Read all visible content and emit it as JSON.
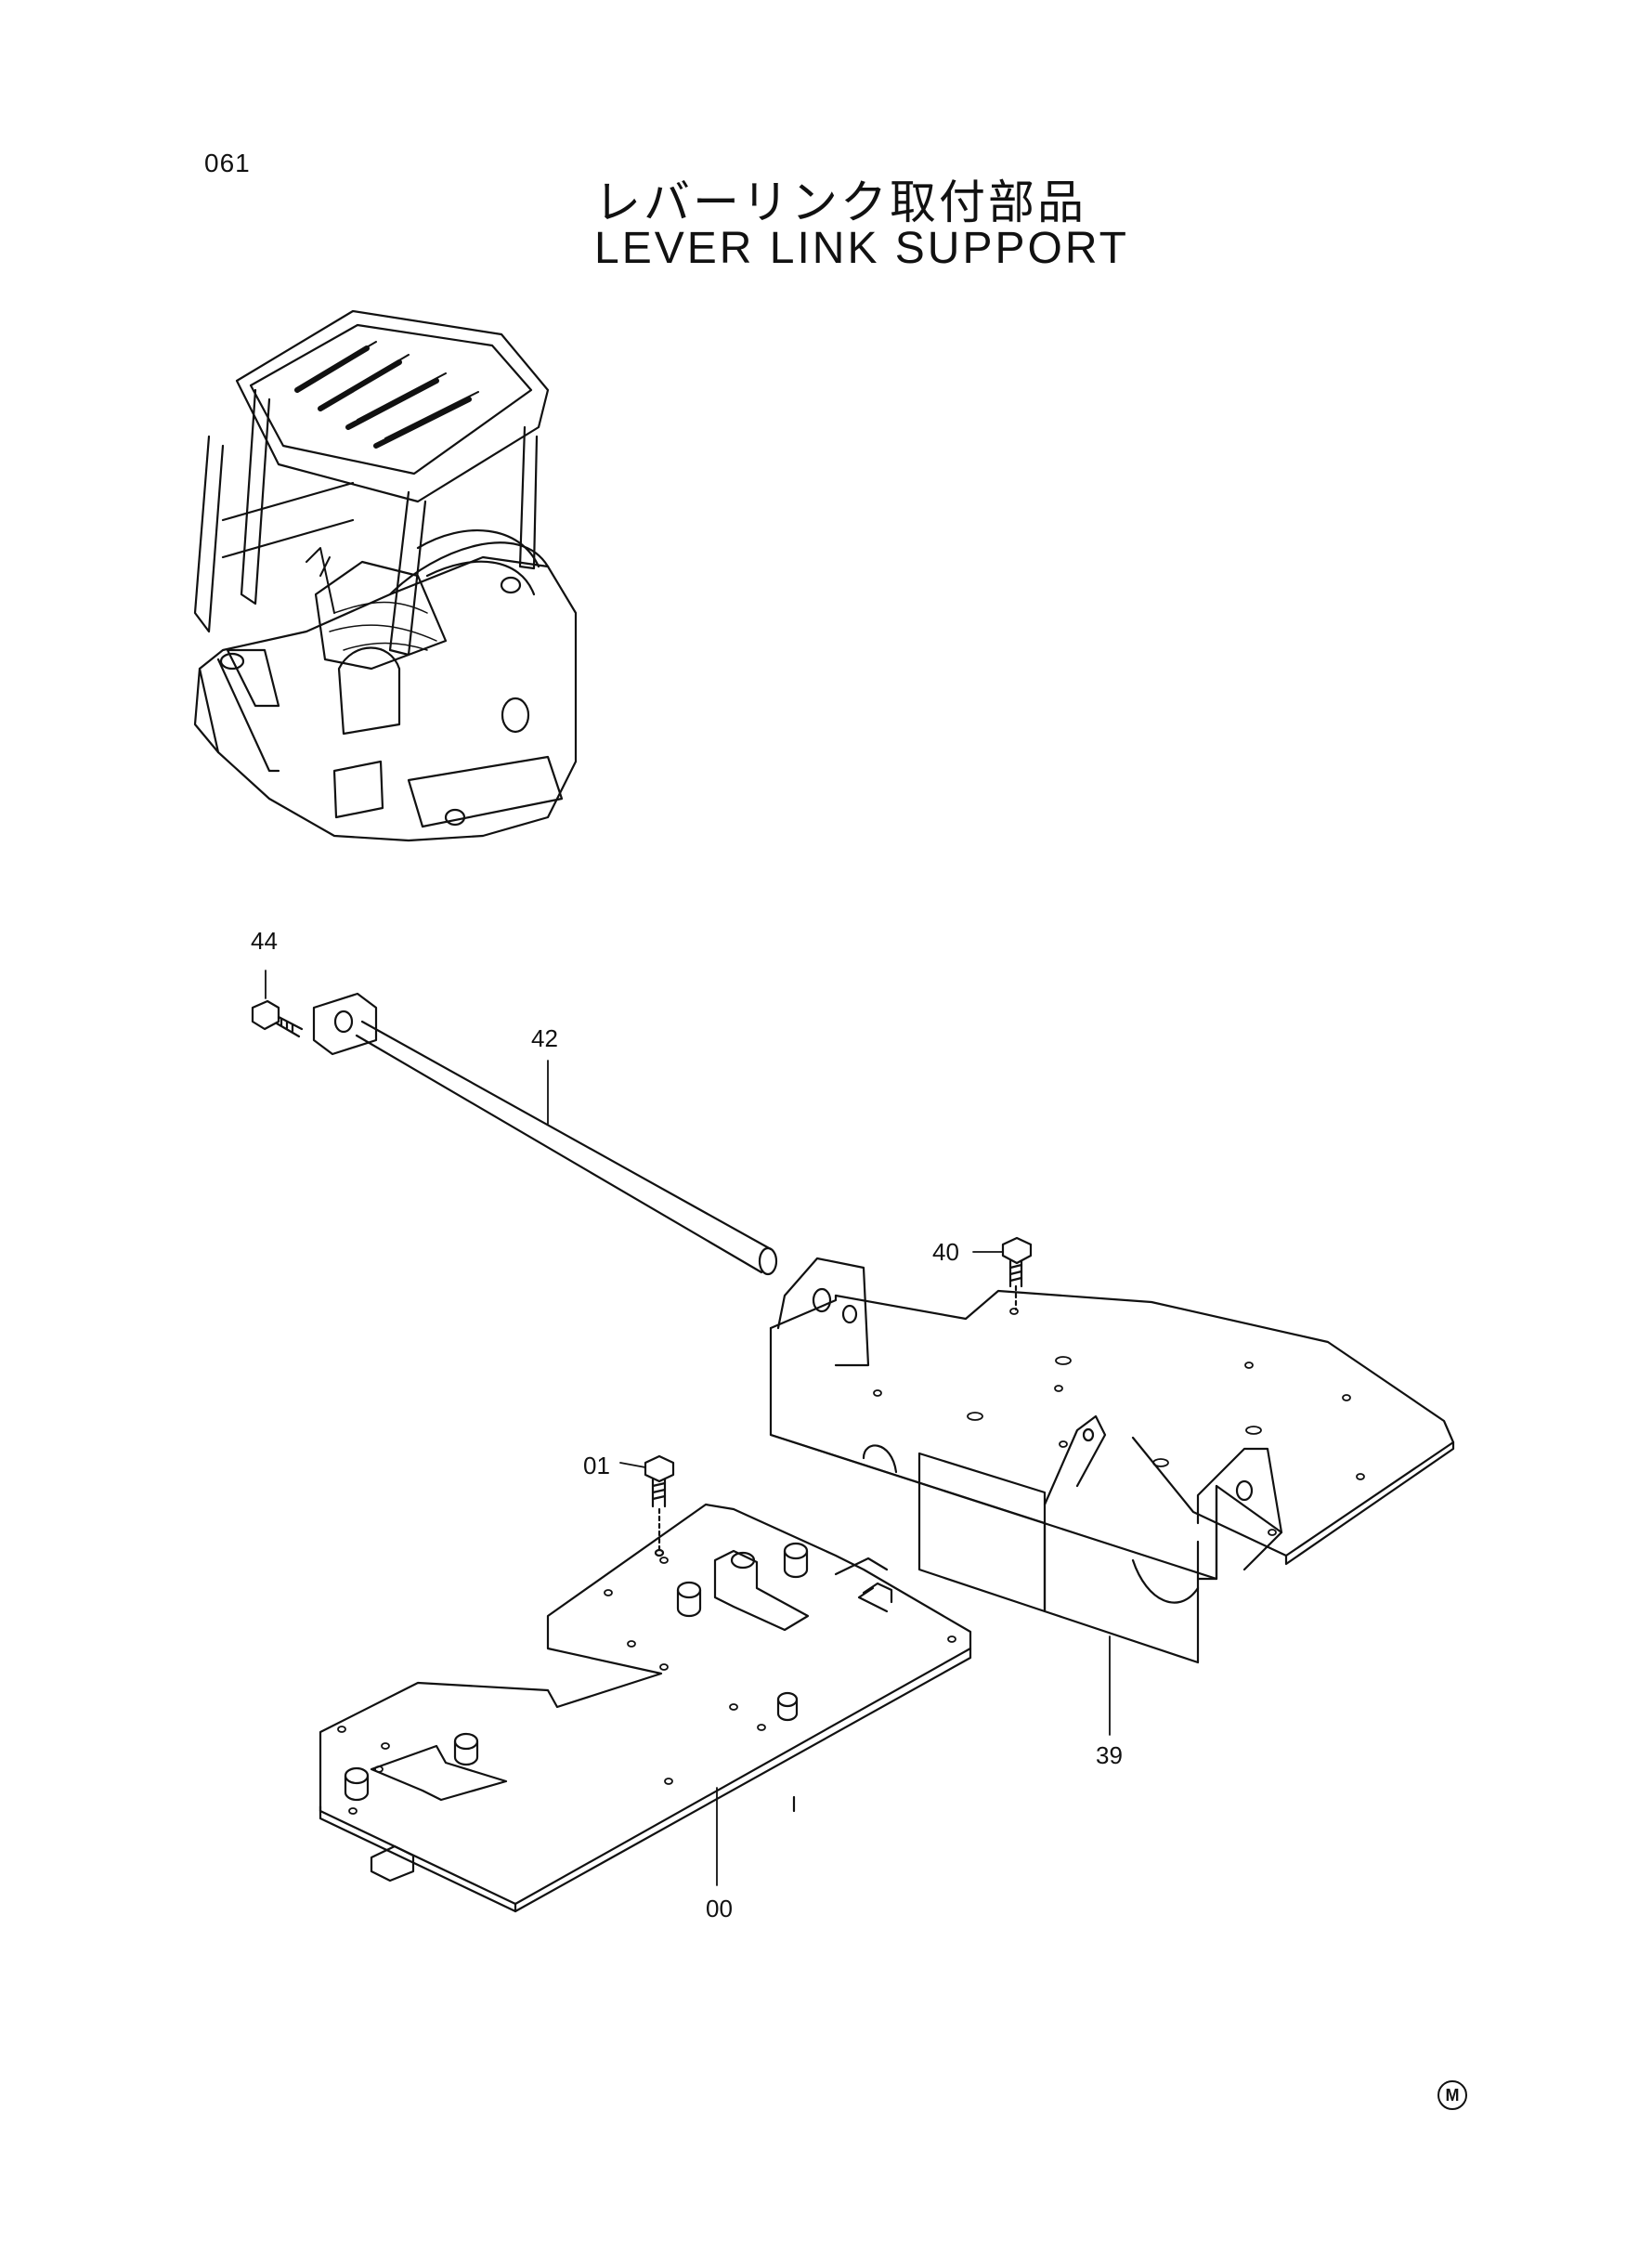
{
  "page": {
    "number": "061",
    "title_ja": "レバーリンク取付部品",
    "title_en": "LEVER LINK SUPPORT"
  },
  "callouts": [
    {
      "id": "44",
      "label": "44"
    },
    {
      "id": "42",
      "label": "42"
    },
    {
      "id": "40",
      "label": "40"
    },
    {
      "id": "01",
      "label": "01"
    },
    {
      "id": "39",
      "label": "39"
    },
    {
      "id": "00",
      "label": "00"
    }
  ],
  "footer": {
    "mark": "M"
  }
}
